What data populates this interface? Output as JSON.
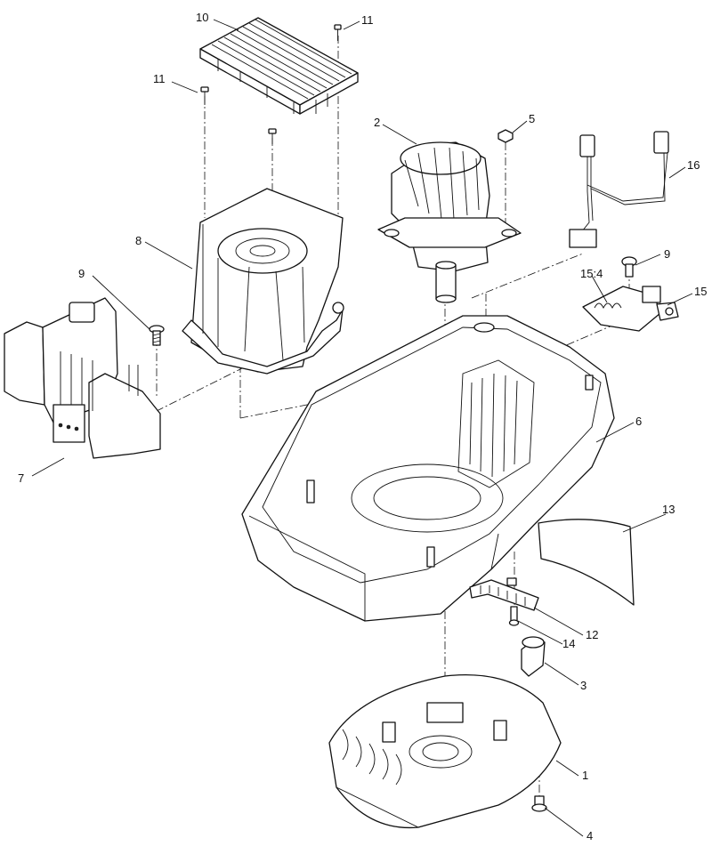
{
  "diagram": {
    "callouts": [
      {
        "id": "c1",
        "text": "1"
      },
      {
        "id": "c2",
        "text": "2"
      },
      {
        "id": "c3",
        "text": "3"
      },
      {
        "id": "c4",
        "text": "4"
      },
      {
        "id": "c5",
        "text": "5"
      },
      {
        "id": "c6",
        "text": "6"
      },
      {
        "id": "c7",
        "text": "7"
      },
      {
        "id": "c8",
        "text": "8"
      },
      {
        "id": "c9a",
        "text": "9"
      },
      {
        "id": "c9b",
        "text": "9"
      },
      {
        "id": "c10",
        "text": "10"
      },
      {
        "id": "c11a",
        "text": "11"
      },
      {
        "id": "c11b",
        "text": "11"
      },
      {
        "id": "c12",
        "text": "12"
      },
      {
        "id": "c13",
        "text": "13"
      },
      {
        "id": "c14",
        "text": "14"
      },
      {
        "id": "c15",
        "text": "15"
      },
      {
        "id": "c154",
        "text": "15:4"
      },
      {
        "id": "c16",
        "text": "16"
      }
    ]
  }
}
